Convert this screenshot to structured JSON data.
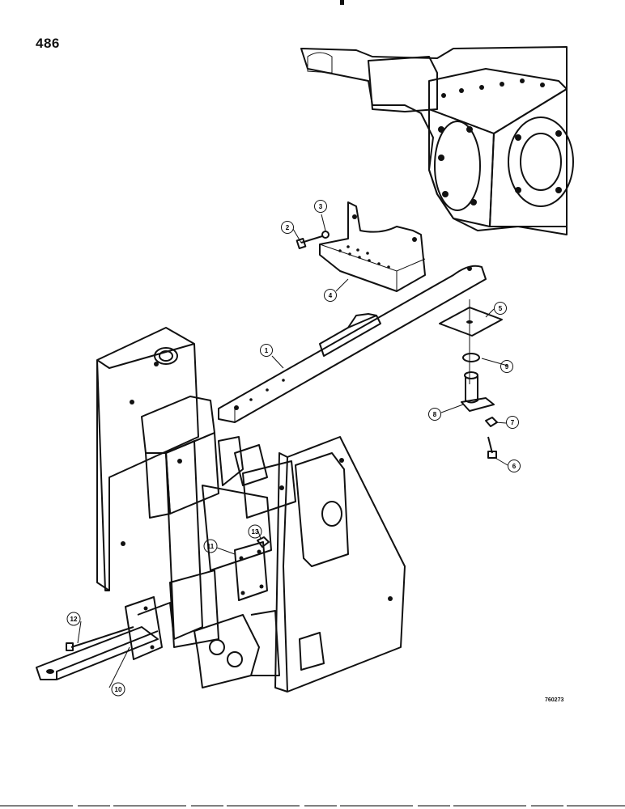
{
  "page": {
    "number": "486",
    "drawing_code": "760273"
  },
  "callouts": [
    {
      "id": "1",
      "label": "1"
    },
    {
      "id": "2",
      "label": "2"
    },
    {
      "id": "3",
      "label": "3"
    },
    {
      "id": "4",
      "label": "4"
    },
    {
      "id": "5",
      "label": "5"
    },
    {
      "id": "6",
      "label": "6"
    },
    {
      "id": "7",
      "label": "7"
    },
    {
      "id": "8",
      "label": "8"
    },
    {
      "id": "9",
      "label": "9"
    },
    {
      "id": "10",
      "label": "10"
    },
    {
      "id": "11",
      "label": "11"
    },
    {
      "id": "12",
      "label": "12"
    },
    {
      "id": "13",
      "label": "13"
    }
  ]
}
